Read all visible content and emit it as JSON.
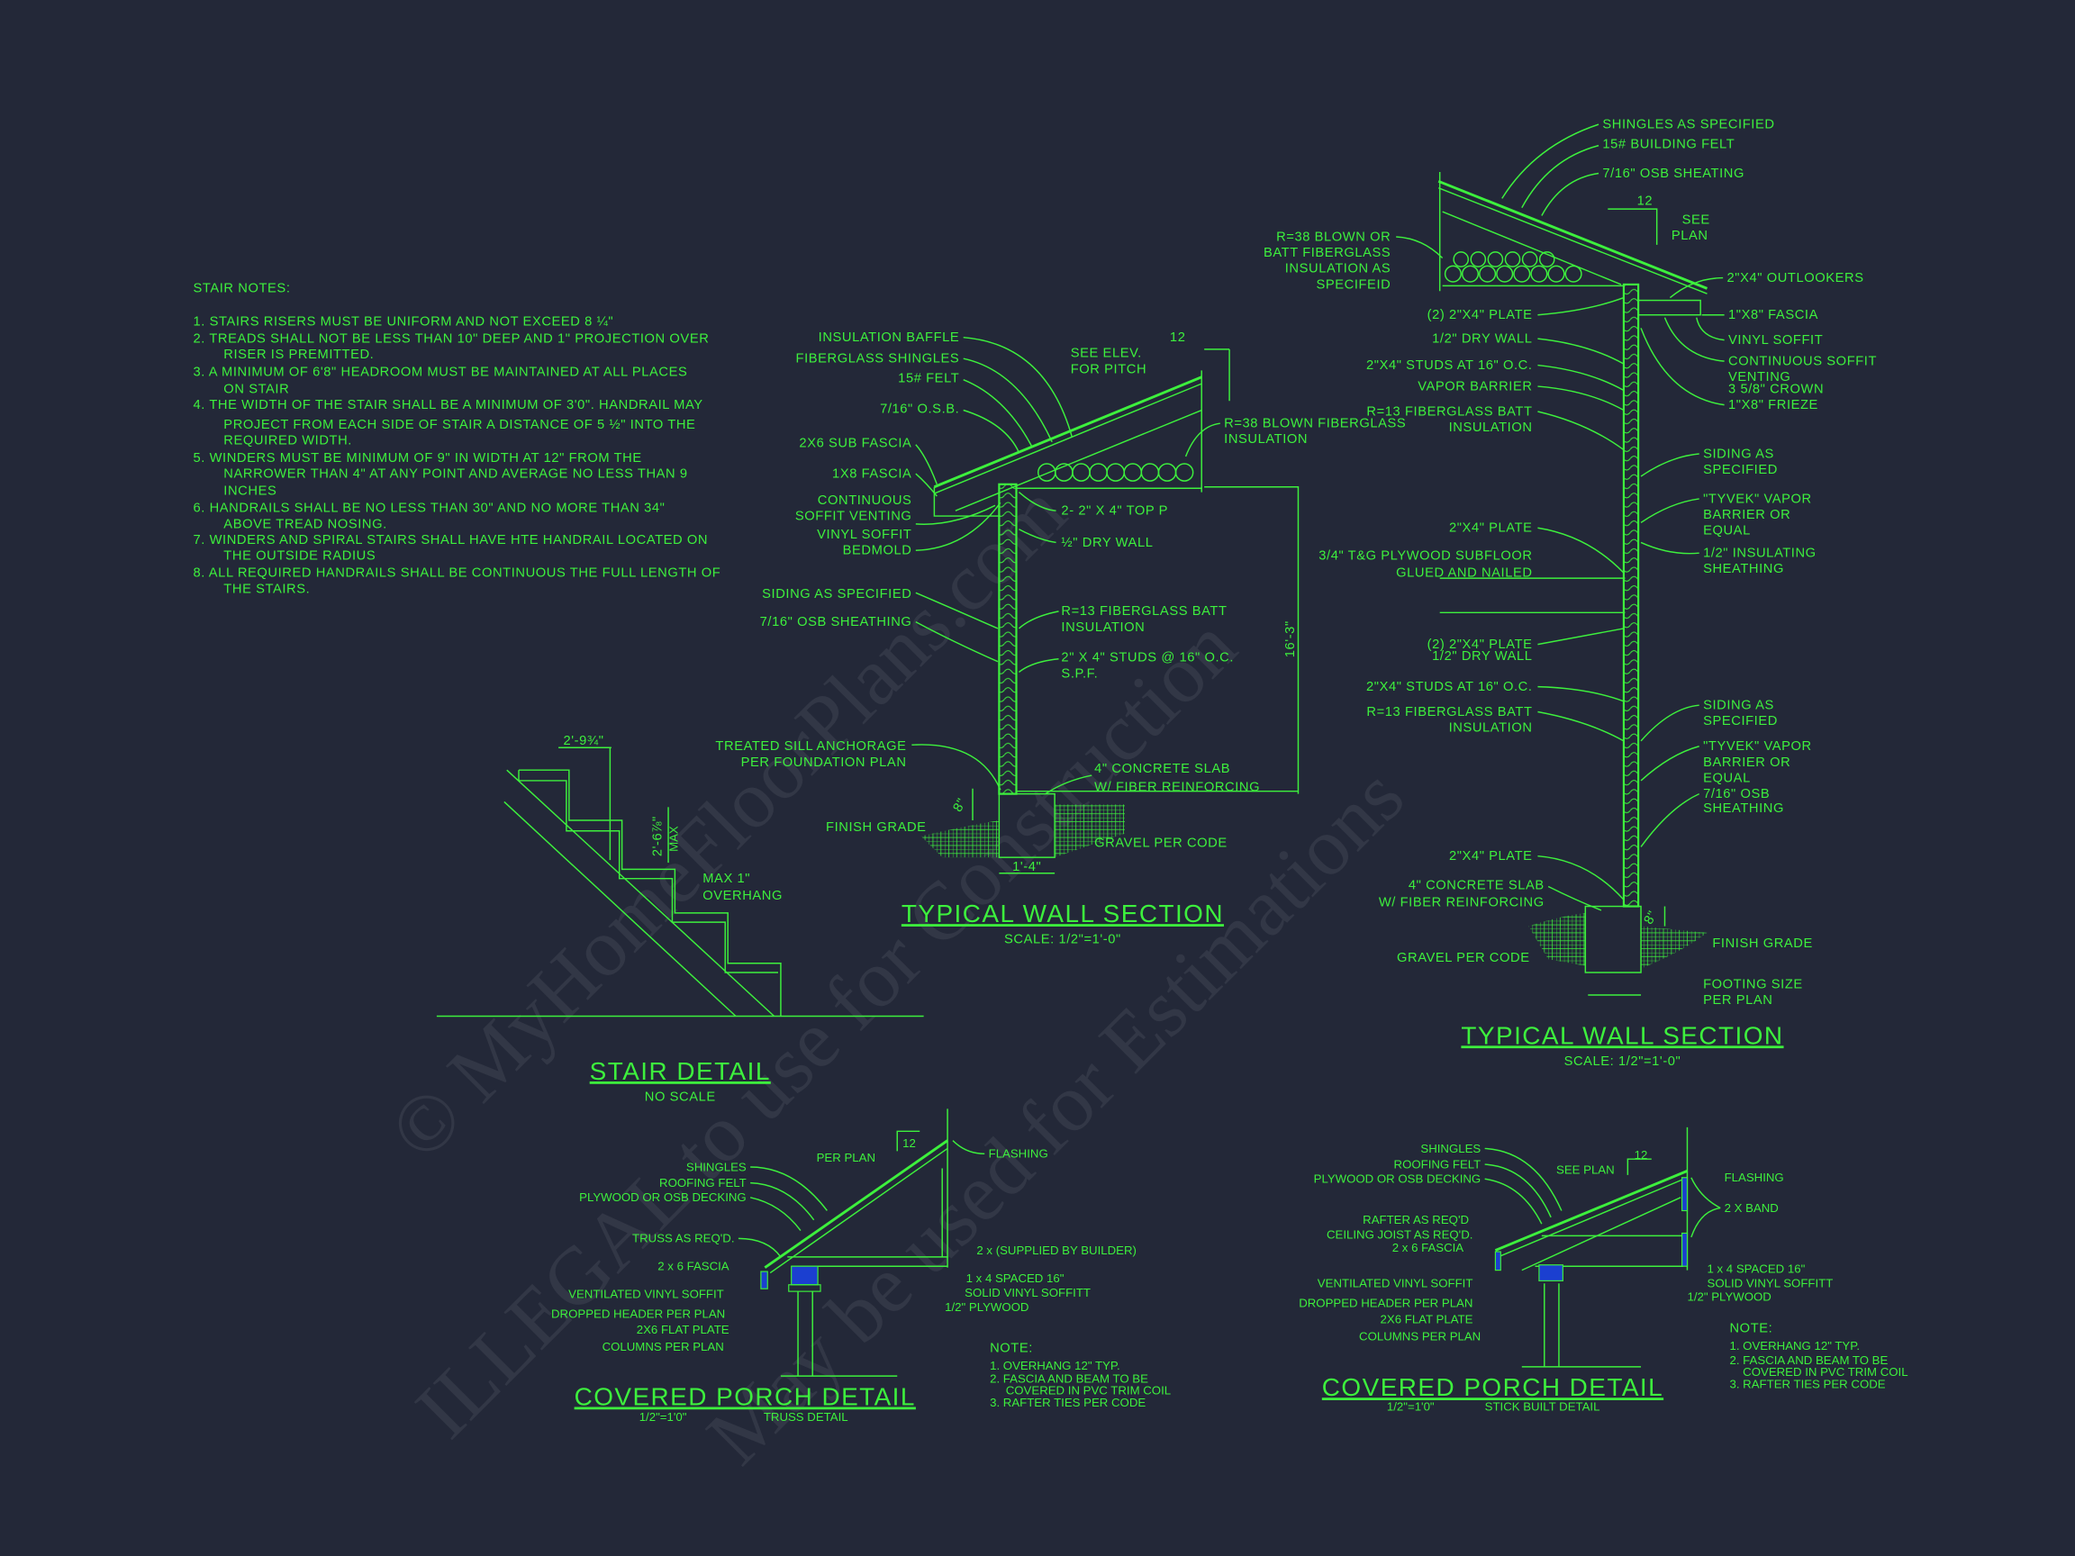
{
  "colors": {
    "background": "#232838",
    "line": "#3df03d",
    "accent_blue": "#1b3fd0"
  },
  "watermark": [
    "© MyHomeFloorPlans.com",
    "ILLEGAL to use for Construction",
    "May be used for Estimations"
  ],
  "stair_notes": {
    "title": "STAIR NOTES:",
    "lines": [
      "1. STAIRS RISERS MUST BE UNIFORM AND NOT EXCEED 8 ¼\"",
      "2. TREADS SHALL NOT BE LESS THAN 10\" DEEP AND 1\" PROJECTION OVER",
      "RISER IS PREMITTED.",
      "3. A MINIMUM OF 6'8\" HEADROOM MUST BE MAINTAINED AT ALL PLACES",
      "ON STAIR",
      "4. THE WIDTH OF THE STAIR SHALL BE A MINIMUM OF 3'0\". HANDRAIL MAY",
      "PROJECT FROM EACH SIDE OF STAIR A DISTANCE OF 5 ½\" INTO THE",
      "REQUIRED WIDTH.",
      "5. WINDERS MUST BE MINIMUM OF 9\" IN WIDTH AT 12\" FROM THE",
      "NARROWER THAN 4\" AT ANY POINT AND AVERAGE NO LESS THAN 9",
      "INCHES",
      "6. HANDRAILS SHALL BE NO LESS THAN 30\" AND NO MORE THAN 34\"",
      "ABOVE TREAD NOSING.",
      "7. WINDERS AND SPIRAL STAIRS SHALL HAVE HTE HANDRAIL LOCATED ON",
      "THE OUTSIDE RADIUS",
      "8. ALL REQUIRED HANDRAILS SHALL BE CONTINUOUS THE FULL LENGTH OF",
      "THE STAIRS."
    ]
  },
  "stair_detail": {
    "title": "STAIR DETAIL",
    "scale": "NO SCALE",
    "labels": [
      "2'-9¾\"",
      "2'-6⅞\"",
      "MAX",
      "MAX 1\"",
      "OVERHANG"
    ]
  },
  "wall_section_1": {
    "title": "TYPICAL WALL SECTION",
    "scale": "SCALE: 1/2\"=1'-0\"",
    "labels": [
      "INSULATION BAFFLE",
      "FIBERGLASS SHINGLES",
      "15# FELT",
      "7/16\" O.S.B.",
      "2X6 SUB FASCIA",
      "1X8 FASCIA",
      "CONTINUOUS",
      "SOFFIT VENTING",
      "VINYL SOFFIT",
      "BEDMOLD",
      "SIDING AS SPECIFIED",
      "7/16\" OSB SHEATHING",
      "TREATED SILL ANCHORAGE",
      "PER FOUNDATION PLAN",
      "FINISH GRADE",
      "SEE ELEV.",
      "FOR PITCH",
      "12",
      "R=38 BLOWN FIBERGLASS",
      "INSULATION",
      "2- 2\" X 4\" TOP P",
      "½\" DRY WALL",
      "R=13 FIBERGLASS BATT",
      "INSULATION",
      "2\" X 4\" STUDS @ 16\" O.C.",
      "S.P.F.",
      "4\" CONCRETE SLAB",
      "W/ FIBER REINFORCING",
      "GRAVEL PER CODE",
      "16'-3\"",
      "1'-4\"",
      "8\""
    ]
  },
  "wall_section_2": {
    "title": "TYPICAL WALL SECTION",
    "scale": "SCALE: 1/2\"=1'-0\"",
    "labels": [
      "SHINGLES AS SPECIFIED",
      "15# BUILDING FELT",
      "7/16\" OSB SHEATING",
      "12",
      "SEE",
      "PLAN",
      "2\"X4\" OUTLOOKERS",
      "1\"X8\" FASCIA",
      "VINYL SOFFIT",
      "CONTINUOUS SOFFIT",
      "VENTING",
      "3 5/8\" CROWN",
      "1\"X8\" FRIEZE",
      "SIDING AS",
      "SPECIFIED",
      "\"TYVEK\" VAPOR",
      "BARRIER OR",
      "EQUAL",
      "1/2\" INSULATING",
      "SHEATHING",
      "SIDING AS",
      "SPECIFIED",
      "\"TYVEK\" VAPOR",
      "BARRIER OR",
      "EQUAL",
      "7/16\" OSB",
      "SHEATHING",
      "FINISH GRADE",
      "FOOTING SIZE",
      "PER PLAN",
      "R=38 BLOWN OR",
      "BATT FIBERGLASS",
      "INSULATION AS",
      "SPECIFEID",
      "(2) 2\"X4\" PLATE",
      "1/2\" DRY WALL",
      "2\"X4\" STUDS AT 16\" O.C.",
      "VAPOR BARRIER",
      "R=13 FIBERGLASS BATT",
      "INSULATION",
      "2\"X4\" PLATE",
      "3/4\" T&G PLYWOOD SUBFLOOR",
      "GLUED AND NAILED",
      "(2) 2\"X4\" PLATE",
      "1/2\" DRY WALL",
      "2\"X4\" STUDS AT 16\" O.C.",
      "R=13 FIBERGLASS BATT",
      "INSULATION",
      "2\"X4\" PLATE",
      "4\" CONCRETE SLAB",
      "W/ FIBER REINFORCING",
      "GRAVEL PER CODE",
      "8\""
    ]
  },
  "porch_truss": {
    "title": "COVERED PORCH DETAIL",
    "scale": "1/2\"=1'0\"",
    "subtitle": "TRUSS DETAIL",
    "labels": [
      "SHINGLES",
      "ROOFING FELT",
      "PLYWOOD OR OSB DECKING",
      "TRUSS AS REQ'D.",
      "2 x 6 FASCIA",
      "VENTILATED VINYL SOFFIT",
      "DROPPED HEADER PER PLAN",
      "2X6 FLAT PLATE",
      "COLUMNS PER PLAN",
      "PER PLAN",
      "12",
      "FLASHING",
      "2 x    (SUPPLIED BY BUILDER)",
      "1 x 4 SPACED 16\"",
      "SOLID VINYL SOFFITT",
      "1/2\" PLYWOOD"
    ],
    "note_title": "NOTE:",
    "notes": [
      "1. OVERHANG 12\" TYP.",
      "2. FASCIA AND BEAM TO BE",
      "COVERED IN PVC TRIM COIL",
      "3. RAFTER TIES PER CODE"
    ]
  },
  "porch_stick": {
    "title": "COVERED PORCH DETAIL",
    "scale": "1/2\"=1'0\"",
    "subtitle": "STICK BUILT DETAIL",
    "labels": [
      "SHINGLES",
      "ROOFING FELT",
      "PLYWOOD OR OSB DECKING",
      "RAFTER AS REQ'D",
      "CEILING JOIST AS REQ'D.",
      "2 x 6 FASCIA",
      "VENTILATED VINYL SOFFIT",
      "DROPPED HEADER PER PLAN",
      "2X6 FLAT PLATE",
      "COLUMNS PER PLAN",
      "SEE PLAN",
      "12",
      "FLASHING",
      "2 X    BAND",
      "1 x 4 SPACED 16\"",
      "SOLID VINYL SOFFITT",
      "1/2\" PLYWOOD"
    ],
    "note_title": "NOTE:",
    "notes": [
      "1. OVERHANG 12\" TYP.",
      "2. FASCIA AND BEAM TO BE",
      "COVERED IN PVC TRIM COIL",
      "3. RAFTER TIES PER CODE"
    ]
  }
}
